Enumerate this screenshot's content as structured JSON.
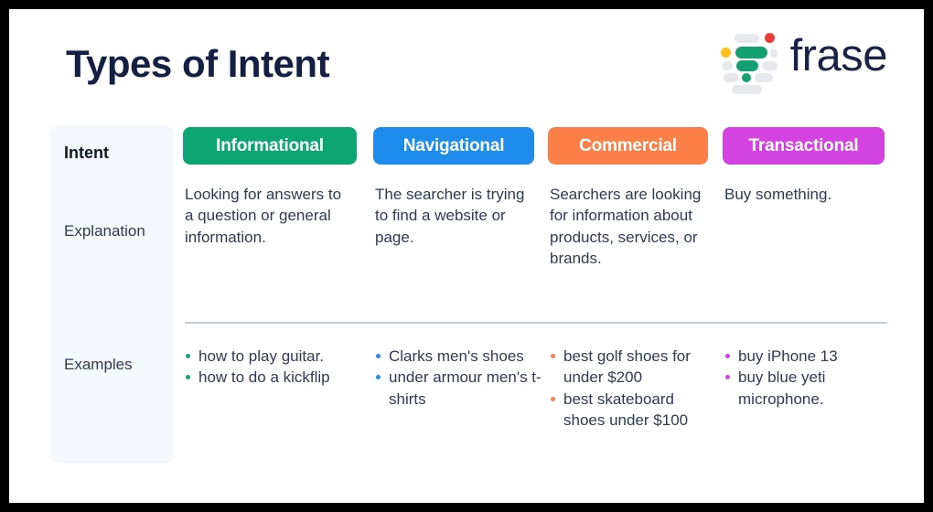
{
  "header": {
    "title": "Types of Intent",
    "logo_text": "frase",
    "logo_colors": {
      "grey": "#e6e8eb",
      "green": "#12a071",
      "yellow": "#fcc21b",
      "red": "#ef3b35",
      "wordmark": "#1b2344"
    }
  },
  "table": {
    "row_labels": {
      "intent": "Intent",
      "explanation": "Explanation",
      "examples": "Examples"
    },
    "columns": [
      {
        "label": "Informational",
        "color": "#0da572",
        "explanation": "Looking for answers to a question or general information.",
        "examples": [
          "how to play guitar.",
          "how to do a kickflip"
        ]
      },
      {
        "label": "Navigational",
        "color": "#1e8ceb",
        "explanation": "The searcher is trying to find a website or page.",
        "examples": [
          "Clarks men's shoes",
          "under armour men's t-shirts"
        ]
      },
      {
        "label": "Commercial",
        "color": "#fb7f48",
        "explanation": "Searchers are looking for information about products, services, or brands.",
        "examples": [
          "best golf shoes for under $200",
          "best skateboard shoes under $100"
        ]
      },
      {
        "label": "Transactional",
        "color": "#d243df",
        "explanation": "Buy something.",
        "examples": [
          "buy iPhone 13",
          "buy blue yeti microphone."
        ]
      }
    ]
  }
}
